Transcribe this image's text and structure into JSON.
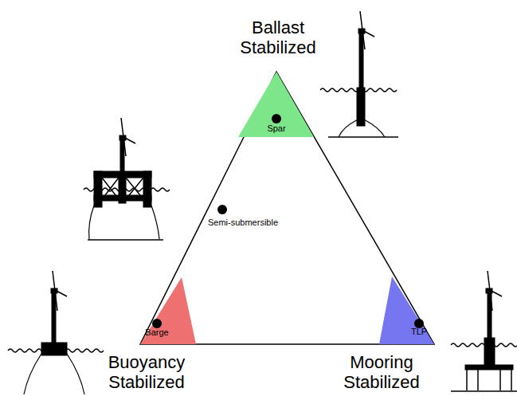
{
  "diagram": {
    "nodes": [
      {
        "text": [
          "Spar"
        ]
      },
      {
        "text": [
          "Barge"
        ]
      },
      {
        "text": [
          "TLP"
        ]
      }
    ],
    "labels": [
      "Ballast Stabilized",
      "Semi-submersible",
      "Buoyancy Stabilized",
      "Mooring Stabilized"
    ]
  }
}
